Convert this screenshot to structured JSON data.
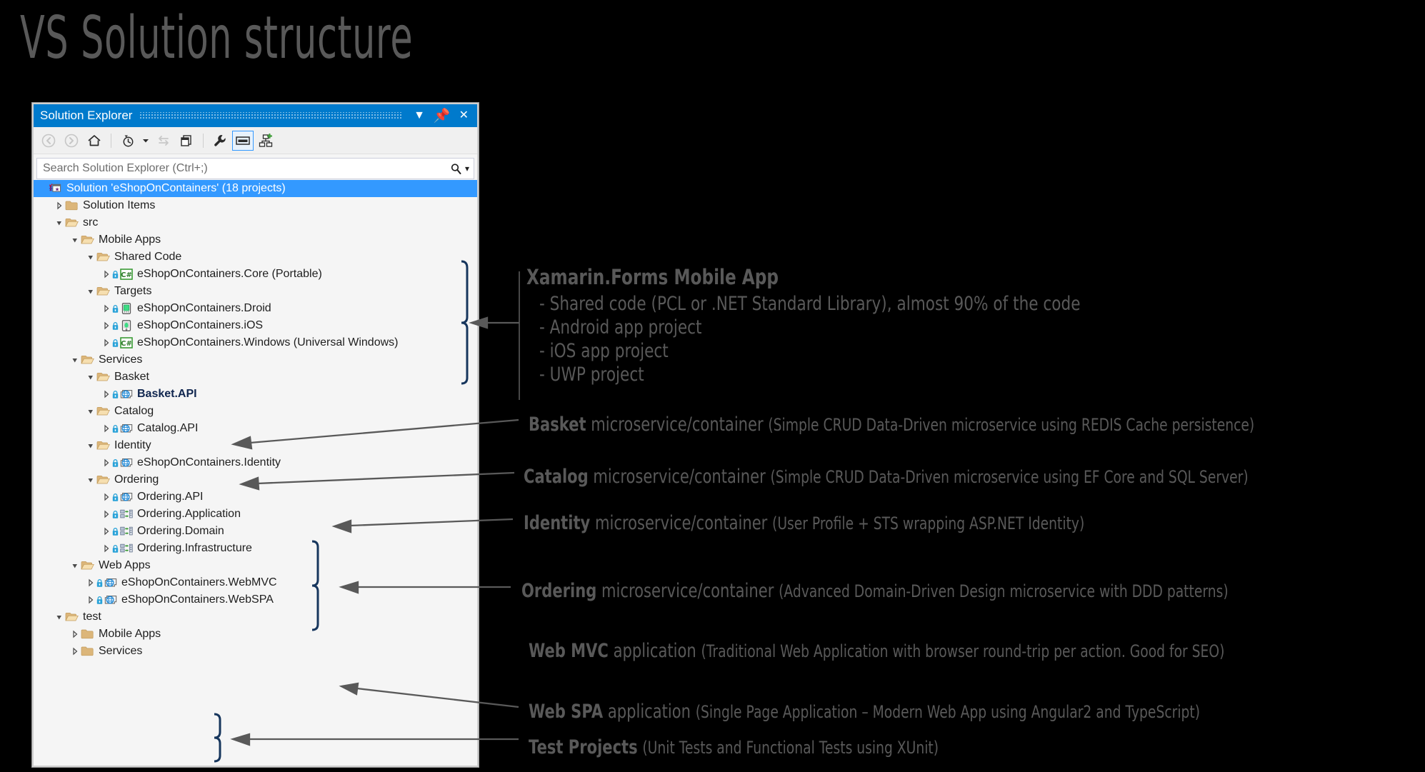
{
  "slide": {
    "title": "VS Solution structure"
  },
  "solution_explorer": {
    "window_title": "Solution Explorer",
    "titlebar_buttons": [
      {
        "name": "dropdown",
        "glyph": "▼"
      },
      {
        "name": "pin",
        "glyph": "↥"
      },
      {
        "name": "close",
        "glyph": "✕"
      }
    ],
    "toolbar": [
      {
        "name": "back-icon",
        "label": "Back",
        "enabled": false
      },
      {
        "name": "forward-icon",
        "label": "Forward",
        "enabled": false
      },
      {
        "name": "home-icon",
        "label": "Home",
        "enabled": true
      },
      {
        "name": "pending-changes-clock-icon",
        "label": "Pending Changes",
        "enabled": true
      },
      {
        "name": "sync-with-active-document-icon",
        "label": "Sync with Active Document",
        "enabled": false
      },
      {
        "name": "preview-selected-items-icon",
        "label": "Preview Selected Items",
        "enabled": true
      },
      {
        "name": "properties-wrench-icon",
        "label": "Properties",
        "enabled": true
      },
      {
        "name": "show-all-files-icon",
        "label": "Show All Files",
        "enabled": true,
        "selected": true
      },
      {
        "name": "view-class-diagram-icon",
        "label": "View Class Diagram",
        "enabled": true
      }
    ],
    "search": {
      "placeholder": "Search Solution Explorer (Ctrl+;)",
      "icon": "search-icon",
      "dropdown_glyph": "▾"
    },
    "accent_color": "#007acc",
    "selection_color": "#3399ff",
    "tree": [
      {
        "depth": 0,
        "label": "Solution 'eShopOnContainers' (18 projects)",
        "icon": "solution-icon",
        "twisty": "expanded",
        "selected": true,
        "checked": true
      },
      {
        "depth": 1,
        "label": "Solution Items",
        "icon": "folder-closed-icon",
        "twisty": "collapsed"
      },
      {
        "depth": 1,
        "label": "src",
        "icon": "folder-open-icon",
        "twisty": "expanded"
      },
      {
        "depth": 2,
        "label": "Mobile Apps",
        "icon": "folder-open-icon",
        "twisty": "expanded"
      },
      {
        "depth": 3,
        "label": "Shared Code",
        "icon": "folder-open-icon",
        "twisty": "expanded"
      },
      {
        "depth": 4,
        "label": "eShopOnContainers.Core (Portable)",
        "icon": "csharp-project-icon",
        "twisty": "collapsed",
        "lock": true
      },
      {
        "depth": 3,
        "label": "Targets",
        "icon": "folder-open-icon",
        "twisty": "expanded"
      },
      {
        "depth": 4,
        "label": "eShopOnContainers.Droid",
        "icon": "android-project-icon",
        "twisty": "collapsed",
        "lock": true
      },
      {
        "depth": 4,
        "label": "eShopOnContainers.iOS",
        "icon": "ios-project-icon",
        "twisty": "collapsed",
        "lock": true
      },
      {
        "depth": 4,
        "label": "eShopOnContainers.Windows (Universal Windows)",
        "icon": "csharp-project-icon",
        "twisty": "collapsed",
        "lock": true
      },
      {
        "depth": 2,
        "label": "Services",
        "icon": "folder-open-icon",
        "twisty": "expanded"
      },
      {
        "depth": 3,
        "label": "Basket",
        "icon": "folder-open-icon",
        "twisty": "expanded"
      },
      {
        "depth": 4,
        "label": "Basket.API",
        "icon": "web-project-icon",
        "twisty": "collapsed",
        "lock": true,
        "bold": true
      },
      {
        "depth": 3,
        "label": "Catalog",
        "icon": "folder-open-icon",
        "twisty": "expanded"
      },
      {
        "depth": 4,
        "label": "Catalog.API",
        "icon": "web-project-icon",
        "twisty": "collapsed",
        "lock": true
      },
      {
        "depth": 3,
        "label": "Identity",
        "icon": "folder-open-icon",
        "twisty": "expanded"
      },
      {
        "depth": 4,
        "label": "eShopOnContainers.Identity",
        "icon": "web-project-icon",
        "twisty": "collapsed",
        "lock": true
      },
      {
        "depth": 3,
        "label": "Ordering",
        "icon": "folder-open-icon",
        "twisty": "expanded"
      },
      {
        "depth": 4,
        "label": "Ordering.API",
        "icon": "web-project-icon",
        "twisty": "collapsed",
        "lock": true
      },
      {
        "depth": 4,
        "label": "Ordering.Application",
        "icon": "library-project-icon",
        "twisty": "collapsed",
        "lock": true
      },
      {
        "depth": 4,
        "label": "Ordering.Domain",
        "icon": "library-project-icon",
        "twisty": "collapsed",
        "lock": true
      },
      {
        "depth": 4,
        "label": "Ordering.Infrastructure",
        "icon": "library-project-icon",
        "twisty": "collapsed",
        "lock": true
      },
      {
        "depth": 2,
        "label": "Web Apps",
        "icon": "folder-open-icon",
        "twisty": "expanded"
      },
      {
        "depth": 3,
        "label": "eShopOnContainers.WebMVC",
        "icon": "web-project-icon",
        "twisty": "collapsed",
        "lock": true
      },
      {
        "depth": 3,
        "label": "eShopOnContainers.WebSPA",
        "icon": "web-project-icon",
        "twisty": "collapsed",
        "lock": true
      },
      {
        "depth": 1,
        "label": "test",
        "icon": "folder-open-icon",
        "twisty": "expanded"
      },
      {
        "depth": 2,
        "label": "Mobile Apps",
        "icon": "folder-closed-icon",
        "twisty": "collapsed"
      },
      {
        "depth": 2,
        "label": "Services",
        "icon": "folder-closed-icon",
        "twisty": "collapsed"
      }
    ]
  },
  "annotations": {
    "xamarin": {
      "title": "Xamarin.Forms Mobile App",
      "items": [
        "- Shared code (PCL or .NET Standard Library), almost 90% of the code",
        "- Android app project",
        "- iOS app project",
        "- UWP project"
      ]
    },
    "basket": {
      "head": "Basket",
      "mid": " microservice/container ",
      "detail": "(Simple CRUD Data-Driven microservice using REDIS Cache persistence)"
    },
    "catalog": {
      "head": "Catalog",
      "mid": " microservice/container ",
      "detail": "(Simple CRUD Data-Driven microservice using EF Core and SQL Server)"
    },
    "identity": {
      "head": "Identity",
      "mid": " microservice/container ",
      "detail": "(User Profile + STS wrapping ASP.NET Identity)"
    },
    "ordering": {
      "head": "Ordering",
      "mid": " microservice/container ",
      "detail": "(Advanced Domain-Driven Design microservice with DDD patterns)"
    },
    "webmvc": {
      "head": "Web MVC",
      "mid": " application ",
      "detail": "(Traditional Web Application with browser round-trip per action. Good for SEO)"
    },
    "webspa": {
      "head": "Web SPA",
      "mid": " application ",
      "detail": "(Single Page Application – Modern Web App using Angular2 and TypeScript)"
    },
    "test": {
      "head": "Test Projects",
      "mid": " ",
      "detail": "(Unit Tests and Functional Tests using XUnit)"
    }
  },
  "colors": {
    "background": "#000000",
    "annotation_text": "#595959",
    "bracket": "#17365d",
    "arrow": "#595959",
    "vs_blue": "#007acc"
  }
}
